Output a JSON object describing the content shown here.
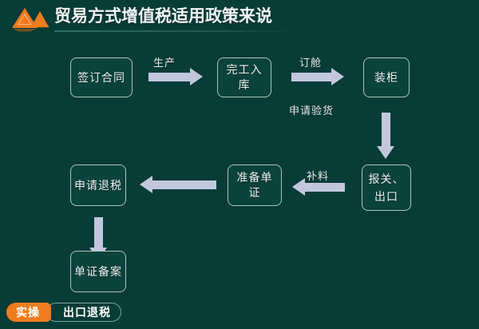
{
  "header": {
    "title": "贸易方式增值税适用政策来说",
    "logo_icon": "double-triangle-mountain-logo",
    "accent_color": "#f07c1e",
    "title_color": "#f2f6f5"
  },
  "theme": {
    "background_color": "#073c37",
    "node_border_color": "#adc4bd",
    "node_text_color": "#eef3f2",
    "arrow_color": "#c2c7de"
  },
  "diagram": {
    "type": "flowchart",
    "nodes": [
      {
        "id": "n1",
        "label": "签订合同"
      },
      {
        "id": "n2",
        "label": "完工入库"
      },
      {
        "id": "n3",
        "label": "装柜"
      },
      {
        "id": "n4",
        "label": "报关、\n出口"
      },
      {
        "id": "n4a",
        "label": "报关、"
      },
      {
        "id": "n4b",
        "label": "出口"
      },
      {
        "id": "n5",
        "label": "准备单证"
      },
      {
        "id": "n6",
        "label": "申请退税"
      },
      {
        "id": "n7",
        "label": "单证备案"
      }
    ],
    "edges": [
      {
        "from": "n1",
        "to": "n2",
        "label": "生产",
        "sublabel": "",
        "direction": "right"
      },
      {
        "from": "n2",
        "to": "n3",
        "label": "订舱",
        "sublabel": "申请验货",
        "direction": "right"
      },
      {
        "from": "n3",
        "to": "n4",
        "label": "",
        "sublabel": "",
        "direction": "down"
      },
      {
        "from": "n4",
        "to": "n5",
        "label": "补料",
        "sublabel": "",
        "direction": "left"
      },
      {
        "from": "n5",
        "to": "n6",
        "label": "",
        "sublabel": "",
        "direction": "left"
      },
      {
        "from": "n6",
        "to": "n7",
        "label": "",
        "sublabel": "",
        "direction": "down"
      }
    ],
    "edge_labels": {
      "production": "生产",
      "booking": "订舱",
      "inspection_request": "申请验货",
      "supplement": "补料"
    }
  },
  "footer": {
    "badge_primary": "实操",
    "badge_secondary": "出口退税"
  }
}
